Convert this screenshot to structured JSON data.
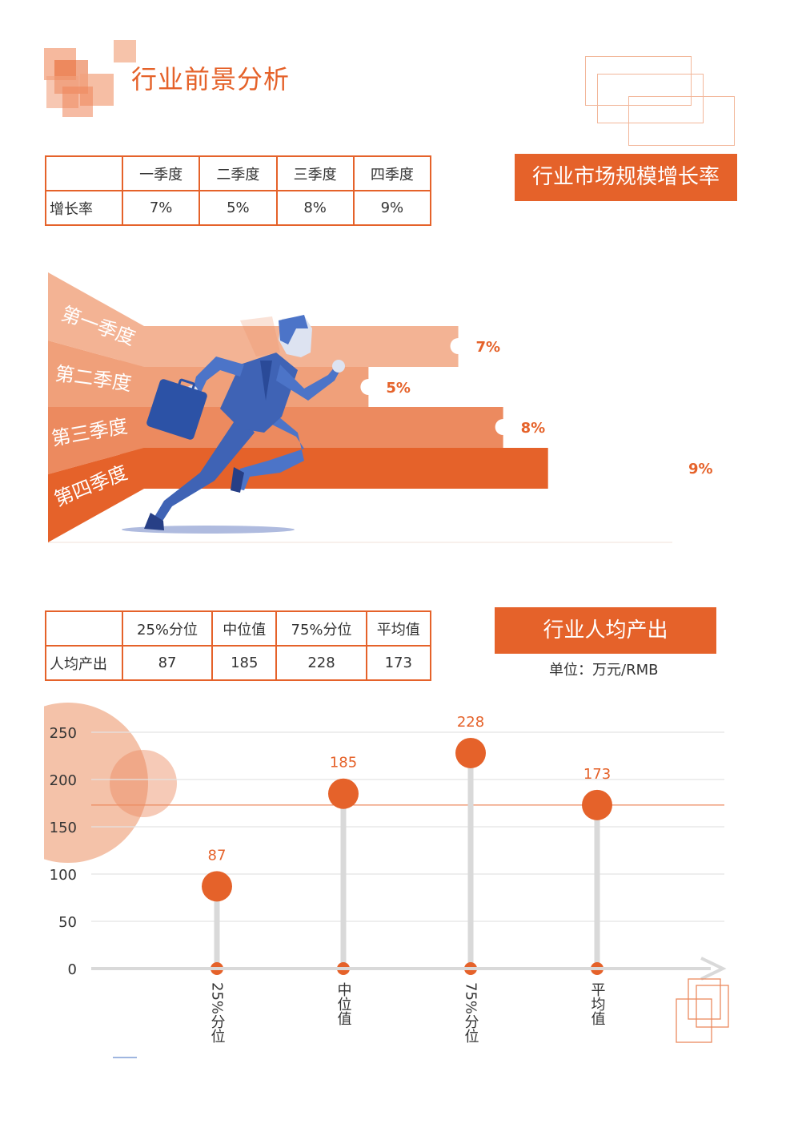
{
  "header": {
    "title": "行业前景分析"
  },
  "growth_table": {
    "header_blank": "",
    "columns": [
      "一季度",
      "二季度",
      "三季度",
      "四季度"
    ],
    "row_label": "增长率",
    "values": [
      "7%",
      "5%",
      "8%",
      "9%"
    ]
  },
  "growth_banner": "行业市场规模增长率",
  "funnel_chart": {
    "chart_data": {
      "type": "bar",
      "categories": [
        "第一季度",
        "第二季度",
        "第三季度",
        "第四季度"
      ],
      "values": [
        7,
        5,
        8,
        9
      ],
      "value_labels": [
        "7%",
        "5%",
        "8%",
        "9%"
      ],
      "unit": "%"
    }
  },
  "output_table": {
    "header_blank": "",
    "columns": [
      "25%分位",
      "中位值",
      "75%分位",
      "平均值"
    ],
    "row_label": "人均产出",
    "values": [
      "87",
      "185",
      "228",
      "173"
    ]
  },
  "output_banner": "行业人均产出",
  "output_unit": "单位：万元/RMB",
  "chart_data": {
    "type": "scatter",
    "categories": [
      "25%分位",
      "中位值",
      "75%分位",
      "平均值"
    ],
    "values": [
      87,
      185,
      228,
      173
    ],
    "value_labels": [
      "87",
      "185",
      "228",
      "173"
    ],
    "yticks": [
      0,
      50,
      100,
      150,
      200,
      250
    ],
    "ylim": [
      0,
      250
    ],
    "reference_line": 173,
    "grid": true,
    "legend": "none"
  },
  "colors": {
    "accent": "#e5622a",
    "accent_light": "#f2b79a",
    "accent_mid": "#ec8a5f",
    "grid": "#d9d9d9",
    "text": "#333333"
  }
}
